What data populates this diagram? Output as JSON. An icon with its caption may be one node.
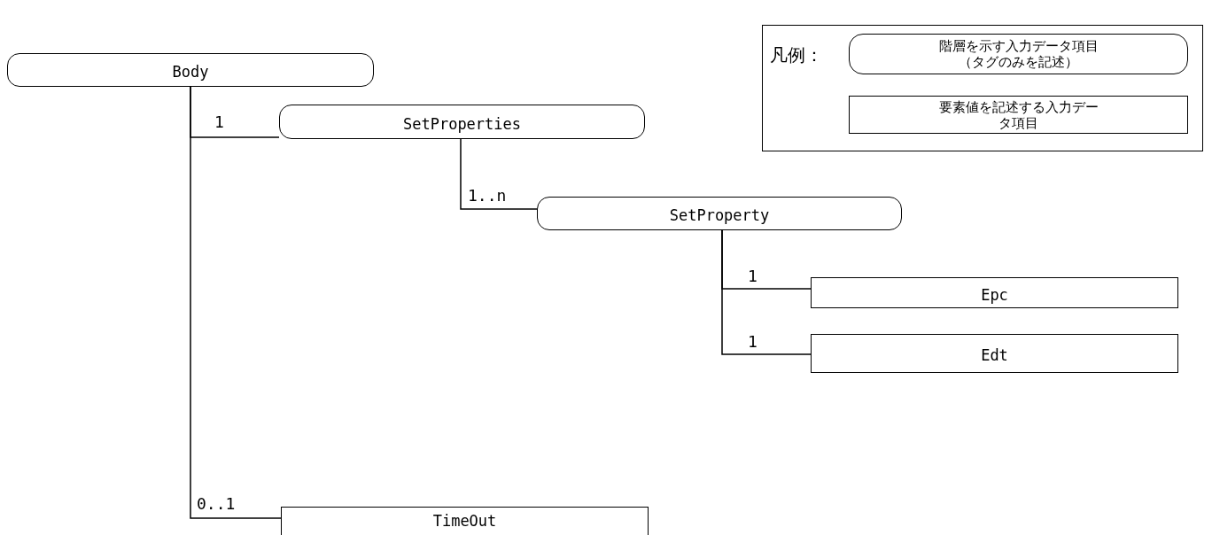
{
  "diagram": {
    "nodes": [
      {
        "text": [
          "Body"
        ]
      },
      {
        "text": [
          "SetProperties"
        ]
      },
      {
        "text": [
          "SetProperty"
        ]
      },
      {
        "text": [
          "Epc"
        ]
      },
      {
        "text": [
          "Edt"
        ]
      },
      {
        "text": [
          "TimeOut"
        ]
      },
      {
        "text": [
          "凡例："
        ]
      },
      {
        "text": [
          "階層を示す入力データ項目（タグのみを記述）"
        ],
        "in": 6
      },
      {
        "text": [
          "要素値を記述する入力データ項目"
        ],
        "in": 6
      }
    ],
    "edges": [
      {
        "from": 0,
        "to": 1,
        "arrow": "none",
        "label": "1"
      },
      {
        "from": 1,
        "to": 2,
        "arrow": "none",
        "label": "1..n"
      },
      {
        "from": 2,
        "to": 3,
        "arrow": "none",
        "label": "1"
      },
      {
        "from": 2,
        "to": 4,
        "arrow": "none",
        "label": "1"
      },
      {
        "from": 0,
        "to": 5,
        "arrow": "none",
        "label": "0..1"
      }
    ]
  }
}
